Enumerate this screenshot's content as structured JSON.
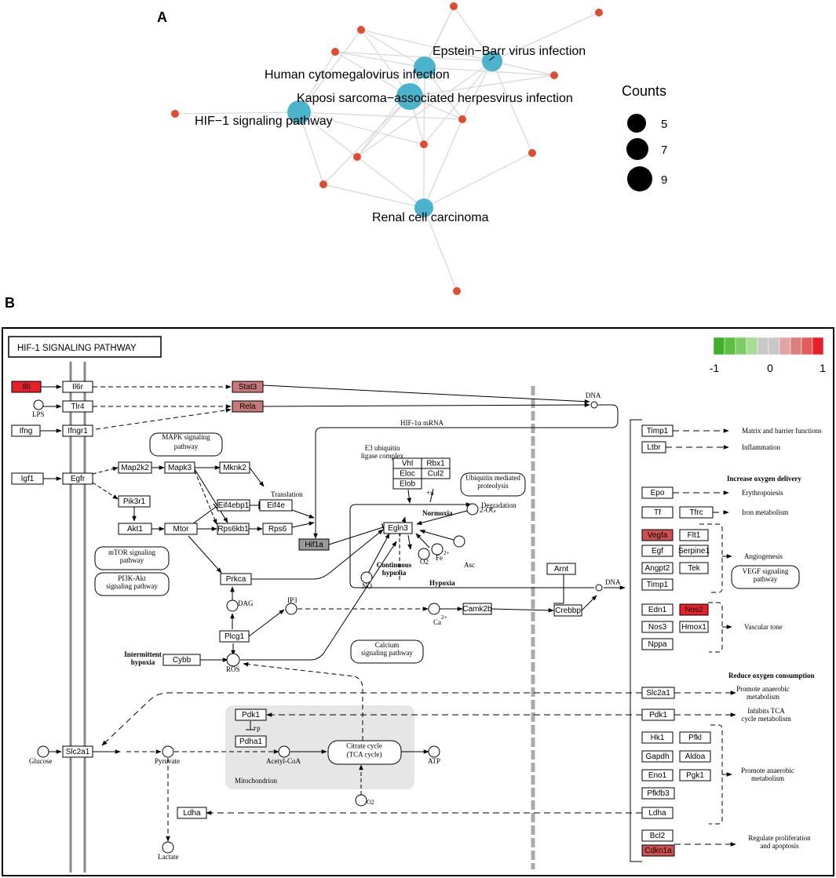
{
  "panel_a": {
    "letter": "A",
    "pathways": [
      "Epstein−Barr virus infection",
      "Human cytomegalovirus infection",
      "Kaposi sarcoma−associated herpesvirus infection",
      "HIF−1 signaling pathway",
      "Renal cell carcinoma"
    ],
    "legend_title": "Counts",
    "legend_values": [
      "5",
      "7",
      "9"
    ],
    "hub_color": "#4bb3cc",
    "gene_color": "#e14b32",
    "edge_color": "#d9d9d9"
  },
  "panel_b": {
    "letter": "B",
    "title": "HIF-1 SIGNALING PATHWAY",
    "scale_labels": [
      "-1",
      "0",
      "1"
    ],
    "scale_colors": [
      "#3fae2a",
      "#5cbf44",
      "#7fcd66",
      "#a6dc96",
      "#c8c8c8",
      "#c8c8c8",
      "#e3a3a3",
      "#d97f7f",
      "#e35b5b",
      "#e8202a"
    ],
    "genes": {
      "il6": "Il6",
      "il6r": "Il6r",
      "stat3": "Stat3",
      "tlr4": "Tlr4",
      "rela": "Rela",
      "ifng": "Ifng",
      "ifngr1": "Ifngr1",
      "igf1": "Igf1",
      "egfr": "Egfr",
      "map2k2": "Map2k2",
      "mapk3": "Mapk3",
      "mknk2": "Mknk2",
      "pik3r1": "Pik3r1",
      "akt1": "Akt1",
      "mtor": "Mtor",
      "eif4ebp1": "Eif4ebp1",
      "eif4e": "Eif4e",
      "rps6kb1": "Rps6kb1",
      "rps6": "Rps6",
      "hif1a": "Hif1a",
      "vhl": "Vhl",
      "rbx1": "Rbx1",
      "eloc": "Eloc",
      "cul2": "Cul2",
      "elob": "Elob",
      "egln3": "Egln3",
      "prkca": "Prkca",
      "plcg1": "Plcg1",
      "cybb": "Cybb",
      "camk2b": "Camk2b",
      "crebbp": "Crebbp",
      "arnt": "Arnt",
      "pdk1": "Pdk1",
      "pdha1": "Pdha1",
      "slc2a1": "Slc2a1",
      "ldha": "Ldha",
      "timp1": "Timp1",
      "ltbr": "Ltbr",
      "epo": "Epo",
      "tf": "Tf",
      "tfrc": "Tfrc",
      "vegfa": "Vegfa",
      "flt1": "Flt1",
      "egf": "Egf",
      "serpine1": "Serpine1",
      "angpt2": "Angpt2",
      "tek": "Tek",
      "edn1": "Edn1",
      "nos2": "Nos2",
      "nos3": "Nos3",
      "hmox1": "Hmox1",
      "nppa": "Nppa",
      "hk1": "Hk1",
      "pfkl": "Pfkl",
      "gapdh": "Gapdh",
      "aldoa": "Aldoa",
      "eno1": "Eno1",
      "pgk1": "Pgk1",
      "pfkfb3": "Pfkfb3",
      "bcl2": "Bcl2",
      "cdkn1a": "Cdkn1a"
    },
    "colors": {
      "il6": "#e8202a",
      "stat3": "#c87878",
      "rela": "#c87878",
      "hif1a": "#9a9a9a",
      "vegfa": "#d05050",
      "nos2": "#e8202a",
      "cdkn1a": "#d05050",
      "default": "#ffffff"
    },
    "labels": {
      "lps": "LPS",
      "dna": "DNA",
      "dna2": "DNA",
      "hif_mrna": "HIF-1α mRNA",
      "mapk_path": "MAPK signaling pathway",
      "e3": "E3 ubiquitin ligase complex",
      "translation": "Translation",
      "ubiq": "Ubiquitin mediated proteolysis",
      "plus_u": "+u",
      "degradation": "Degradation",
      "normoxia": "Normoxia",
      "two_og": "2-OG",
      "no": "NO",
      "o2": "O2",
      "fe": "Fe",
      "fe_sup": "2+",
      "asc": "Asc",
      "continuous": "Continuous hypoxia",
      "hypoxia": "Hypoxia",
      "mtor_path": "mTOR signaling pathway",
      "pi3k_path": "PI3K-Akt signaling pathway",
      "dag": "DAG",
      "ip3": "IP3",
      "ca": "Ca",
      "ca_sup": "2+",
      "calcium_path": "Calcium signaling pathway",
      "intermittent": "Intermittent hypoxia",
      "ros": "ROS",
      "plus_p": "+p",
      "glucose": "Glucose",
      "pyruvate": "Pyruvate",
      "acetyl": "Acetyl-CoA",
      "tca": "Citrate cycle (TCA cycle)",
      "atp": "ATP",
      "mito": "Mitochondrion",
      "o2b": "O2",
      "lactate": "Lactate",
      "matrix": "Matrix and barrier functions",
      "inflammation": "Inflammation",
      "increase_o2": "Increase oxygen delivery",
      "erythro": "Erythropoiesis",
      "iron": "Iron metabolism",
      "angio": "Angiogenesis",
      "vegf_path": "VEGF signaling pathway",
      "vascular": "Vascular tone",
      "reduce_o2": "Reduce oxygen consumption",
      "promote1": "Promote anaerobic metabolism",
      "inhibits": "Inhibits TCA cycle metabolism",
      "promote2": "Promote anaerobic metabolism",
      "regulate": "Regulate proliferation and apoptosis"
    }
  }
}
